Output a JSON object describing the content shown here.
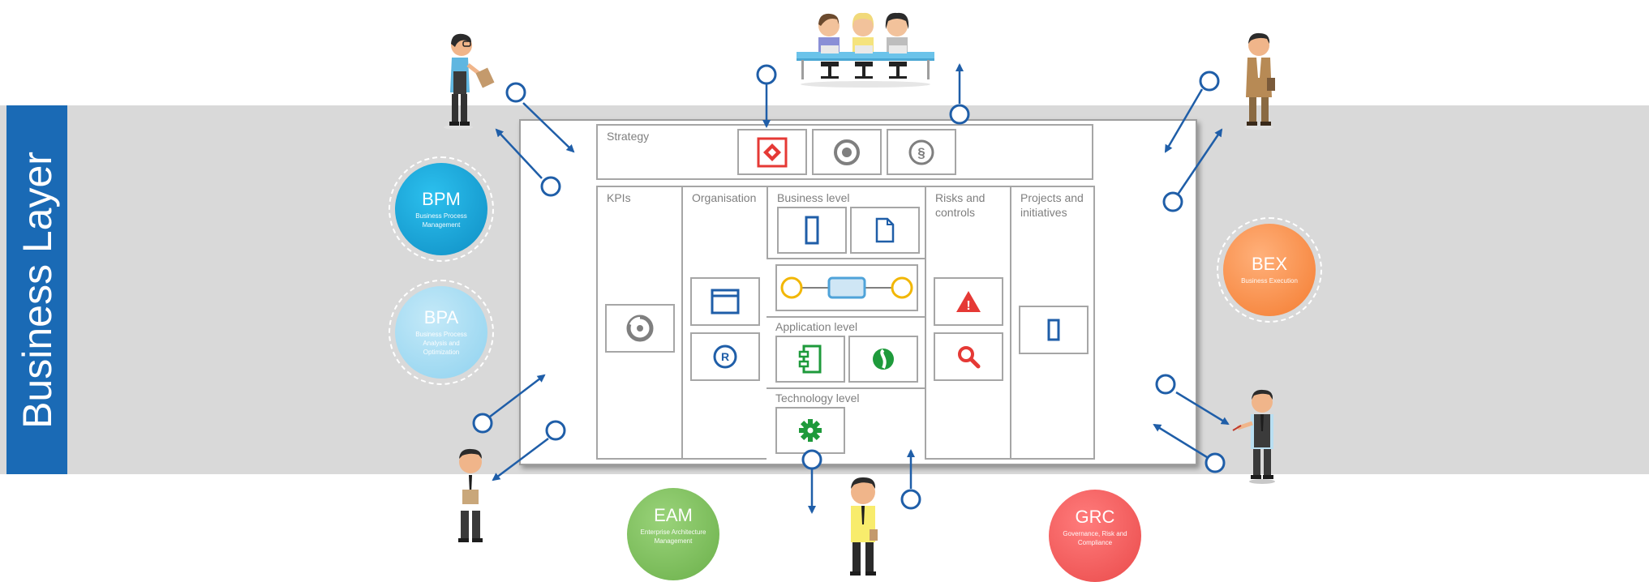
{
  "side_label": "Business Layer",
  "board": {
    "strategy": "Strategy",
    "kpis": "KPIs",
    "organisation": "Organisation",
    "business_level": "Business level",
    "risks_and_controls": [
      "Risks and",
      "controls"
    ],
    "projects_and_initiatives": [
      "Projects and",
      "initiatives"
    ],
    "application_level": "Application level",
    "technology_level": "Technology level",
    "paragraph_symbol": "§",
    "registered_symbol": "R",
    "warning_symbol": "!"
  },
  "badges": {
    "bpm": {
      "title": "BPM",
      "subtitle": "Business Process Management"
    },
    "bpa": {
      "title": "BPA",
      "subtitle": "Business Process Analysis and Optimization"
    },
    "bex": {
      "title": "BEX",
      "subtitle": "Business Execution"
    },
    "eam": {
      "title": "EAM",
      "subtitle": "Enterprise Architecture Management"
    },
    "grc": {
      "title": "GRC",
      "subtitle": "Governance, Risk and Compliance"
    }
  },
  "colors": {
    "layer_blue": "#1a6ab5",
    "band_gray": "#d9d9d9",
    "bpm": "#1aa3d9",
    "bpa": "#a7dcf2",
    "bex": "#f7924a",
    "eam": "#7fbf5a",
    "grc": "#f05a5a",
    "connector": "#1f5ea8",
    "icon_red": "#e53935",
    "icon_green": "#1e9a3b",
    "icon_blue": "#1f5ea8",
    "icon_yellow": "#f2b705"
  }
}
